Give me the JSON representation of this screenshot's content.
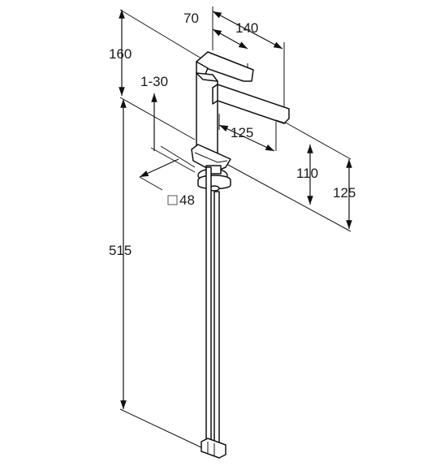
{
  "dimensions": {
    "d160": "160",
    "d70": "70",
    "d140": "140",
    "d1_30": "1-30",
    "d125_spout": "125",
    "d110": "110",
    "d125_height": "125",
    "d48": "48",
    "d515": "515"
  },
  "icons": {
    "square_symbol": "square-outline-icon"
  }
}
